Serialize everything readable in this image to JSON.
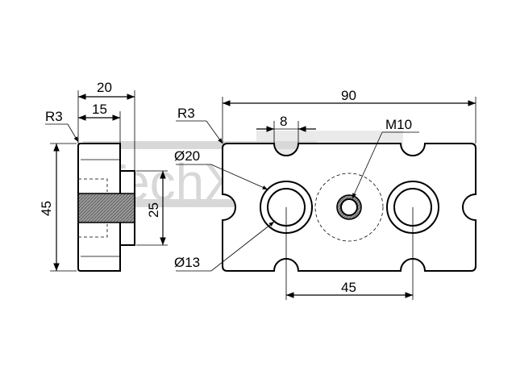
{
  "watermark": {
    "text": "TechXXL",
    "color": "#d8d8d8"
  },
  "side_view": {
    "label_r3": "R3",
    "label_width_total": "20",
    "label_width_body": "15",
    "label_height": "45",
    "label_boss_height": "25"
  },
  "front_view": {
    "label_r3": "R3",
    "label_length": "90",
    "label_slot": "8",
    "label_thread": "M10",
    "label_outer_dia": "Ø20",
    "label_inner_dia": "Ø13",
    "label_spacing": "45"
  },
  "colors": {
    "stroke": "#000000",
    "thread_fill": "#8a8a8a",
    "background": "#ffffff"
  }
}
